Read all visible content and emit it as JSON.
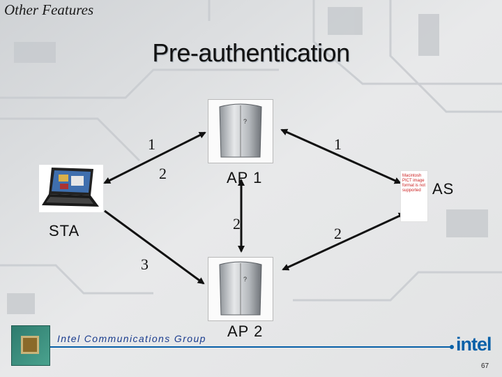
{
  "header": {
    "section": "Other Features",
    "title": "Pre-authentication"
  },
  "diagram": {
    "nodes": {
      "sta": "STA",
      "ap1": "AP 1",
      "ap2": "AP 2",
      "as": "AS"
    },
    "step_labels": [
      "1",
      "1",
      "2",
      "2",
      "2",
      "3"
    ],
    "pict_placeholder": "Macintosh PICT image format is not supported"
  },
  "footer": {
    "group": "Intel Communications Group",
    "logo": "intel",
    "page": "67"
  },
  "colors": {
    "arrow": "#111111",
    "accent_blue": "#0860a8",
    "footer_text": "#1a3c8e"
  }
}
